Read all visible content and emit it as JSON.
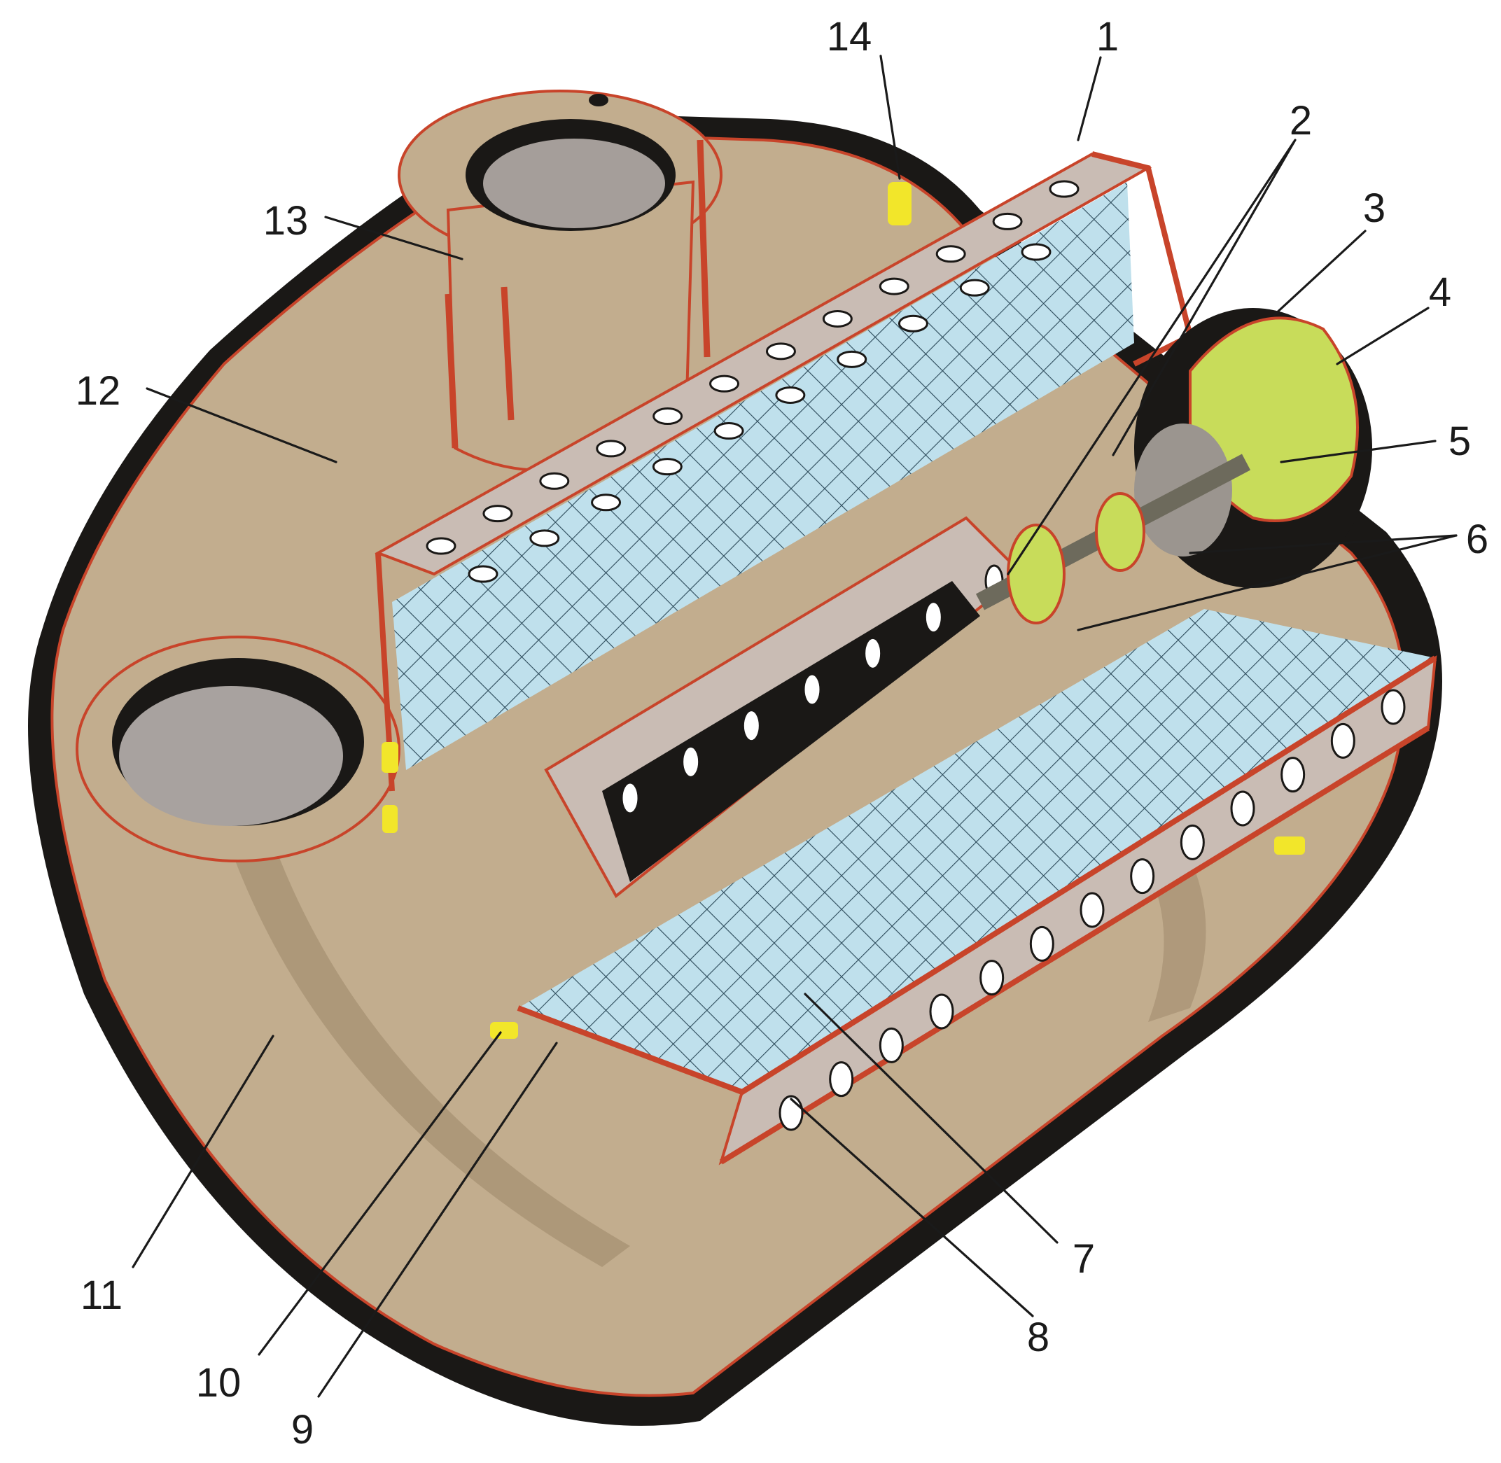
{
  "colors": {
    "housing": "#c2ad8e",
    "housing_dark": "#9c8668",
    "shadow": "#1a1816",
    "section_edge": "#c8442a",
    "filter_mesh": "#bfe0ec",
    "mesh_line": "#2c4a5a",
    "perforated_tube": "#c9bcb4",
    "fitting_green": "#c8dc5a",
    "seal_yellow": "#f2e62a",
    "leader_line": "#1a1a1a"
  },
  "callouts": [
    {
      "id": "1",
      "text": "1"
    },
    {
      "id": "2",
      "text": "2"
    },
    {
      "id": "3",
      "text": "3"
    },
    {
      "id": "4",
      "text": "4"
    },
    {
      "id": "5",
      "text": "5"
    },
    {
      "id": "6",
      "text": "6"
    },
    {
      "id": "7",
      "text": "7"
    },
    {
      "id": "8",
      "text": "8"
    },
    {
      "id": "9",
      "text": "9"
    },
    {
      "id": "10",
      "text": "10"
    },
    {
      "id": "11",
      "text": "11"
    },
    {
      "id": "12",
      "text": "12"
    },
    {
      "id": "13",
      "text": "13"
    },
    {
      "id": "14",
      "text": "14"
    }
  ]
}
